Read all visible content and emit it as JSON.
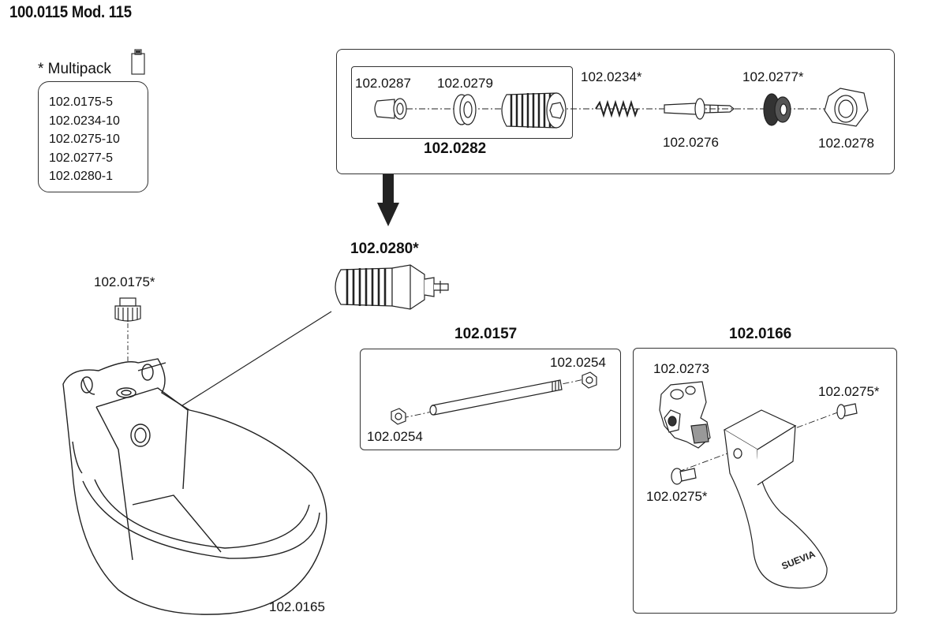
{
  "header": {
    "title": "100.0115 Mod. 115"
  },
  "multipack": {
    "label": "* Multipack",
    "items": [
      "102.0175-5",
      "102.0234-10",
      "102.0275-10",
      "102.0277-5",
      "102.0280-1"
    ]
  },
  "valve_assembly": {
    "parts": {
      "p0287": "102.0287",
      "p0279": "102.0279",
      "p0234": "102.0234*",
      "p0277": "102.0277*",
      "p0276": "102.0276",
      "p0278": "102.0278"
    },
    "subassembly_label": "102.0282"
  },
  "valve": {
    "label": "102.0280*"
  },
  "plug": {
    "label": "102.0175*"
  },
  "bowl": {
    "label": "102.0165"
  },
  "rod_kit": {
    "title": "102.0157",
    "nut_top": "102.0254",
    "nut_bottom": "102.0254"
  },
  "paddle_kit": {
    "title": "102.0166",
    "bracket": "102.0273",
    "screw_top": "102.0275*",
    "screw_bottom": "102.0275*",
    "brand": "SUEVIA"
  }
}
